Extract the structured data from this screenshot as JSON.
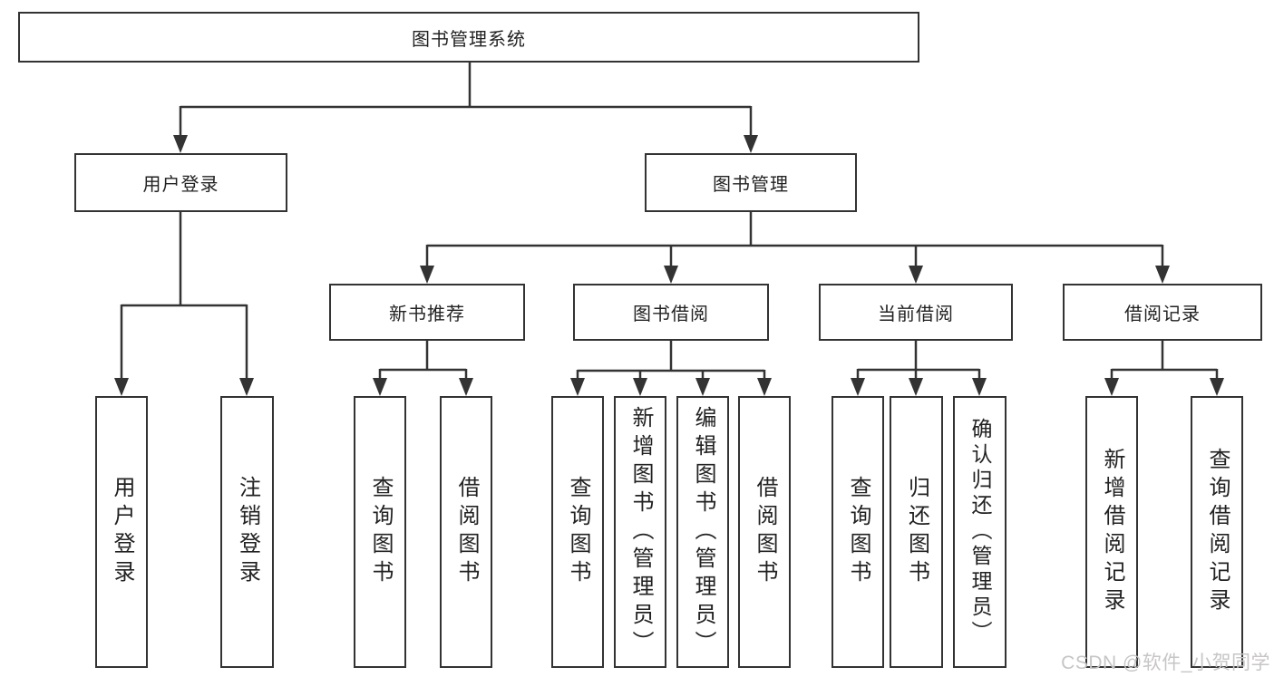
{
  "diagram": {
    "title": "图书管理系统",
    "watermark": "CSDN @软件_小贺同学",
    "colors": {
      "line": "#333333",
      "box_border": "#333333",
      "text": "#222222",
      "watermark": "#c7c5c5",
      "background": "#ffffff"
    },
    "nodes": {
      "root": "图书管理系统",
      "login": "用户登录",
      "manage": "图书管理",
      "recommend": "新书推荐",
      "borrow": "图书借阅",
      "current": "当前借阅",
      "records": "借阅记录",
      "login_children": [
        "用户登录",
        "注销登录"
      ],
      "recommend_children": [
        "查询图书",
        "借阅图书"
      ],
      "borrow_children": [
        "查询图书",
        "新增图书（管理员）",
        "编辑图书（管理员）",
        "借阅图书"
      ],
      "current_children": [
        "查询图书",
        "归还图书",
        "确认归还（管理员）"
      ],
      "records_children": [
        "新增借阅记录",
        "查询借阅记录"
      ]
    }
  }
}
